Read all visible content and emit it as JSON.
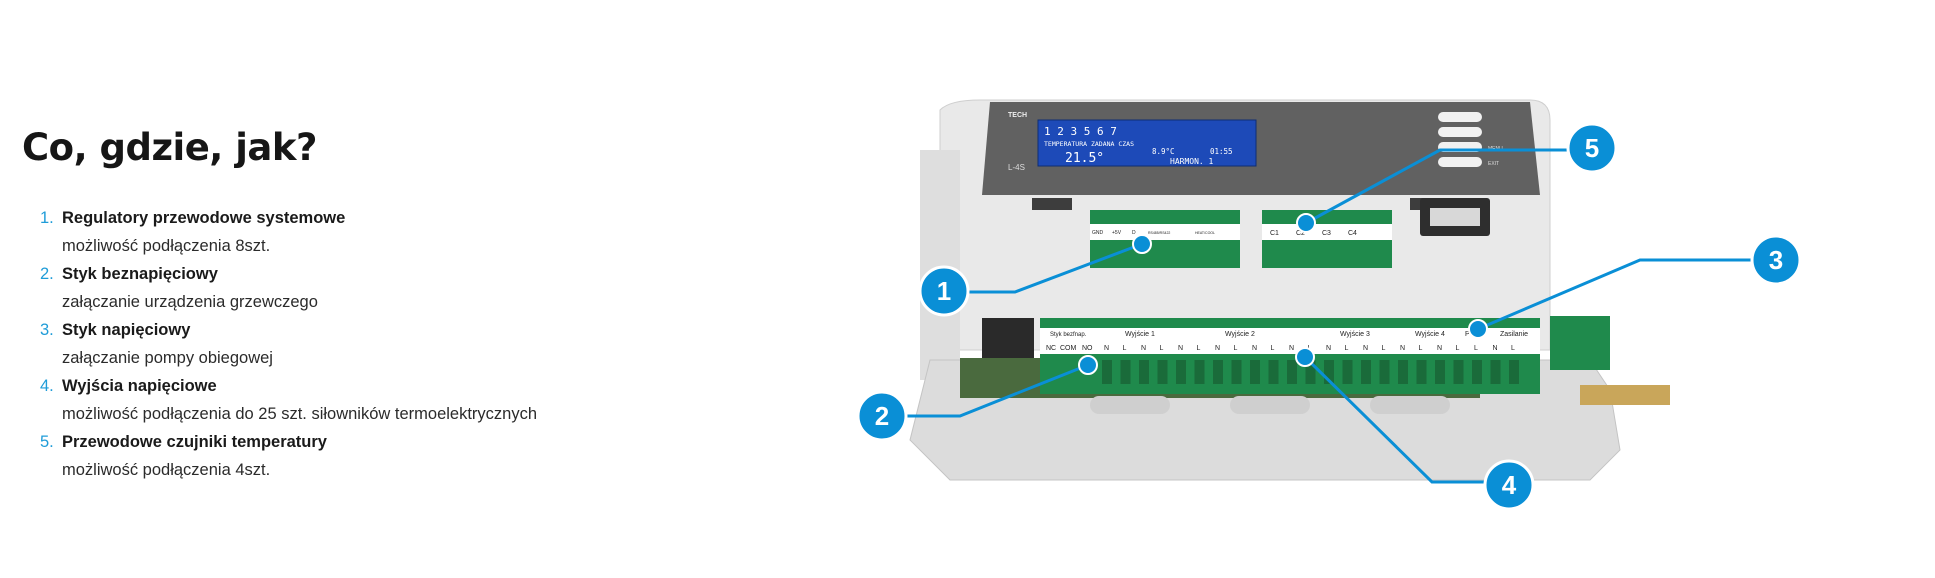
{
  "heading": "Co, gdzie, jak?",
  "features": [
    {
      "num": "1.",
      "title": "Regulatory przewodowe systemowe",
      "desc": "możliwość podłączenia 8szt."
    },
    {
      "num": "2.",
      "title": "Styk beznapięciowy",
      "desc": "załączanie urządzenia grzewczego"
    },
    {
      "num": "3.",
      "title": "Styk napięciowy",
      "desc": "załączanie pompy obiegowej"
    },
    {
      "num": "4.",
      "title": "Wyjścia napięciowe",
      "desc": "możliwość podłączenia do 25 szt. siłowników termoelektrycznych"
    },
    {
      "num": "5.",
      "title": "Przewodowe czujniki temperatury",
      "desc": "możliwość podłączenia 4szt."
    }
  ],
  "device": {
    "brand": "TECH",
    "model": "L-4S",
    "lcd": {
      "zones": "1 2 3   5 6 7",
      "labels": "TEMPERATURA  ZADANA  CZAS",
      "temperature": "21.5°",
      "set_temp": "8.9°C",
      "time": "01:55",
      "mode": "HARMON. 1"
    },
    "button_labels": [
      "MENU",
      "EXIT"
    ],
    "terminal_labels": {
      "top_left": [
        "GND",
        "+5V",
        "D",
        "RS485/RS422",
        "HEAT/COOL"
      ],
      "top_right": [
        "C1",
        "C2",
        "C3",
        "C4"
      ],
      "contact_header": "Styk bezfnap.",
      "contact_pins": [
        "NC",
        "COM",
        "NO"
      ],
      "outputs": [
        "Wyjście 1",
        "Wyjście 2",
        "Wyjście 3",
        "Wyjście 4",
        "P",
        "Zasilanie"
      ],
      "pin_row": [
        "N",
        "L",
        "N",
        "L",
        "N",
        "L",
        "N",
        "L",
        "N",
        "L",
        "N",
        "L",
        "N",
        "L",
        "N",
        "L",
        "N",
        "L",
        "N",
        "L",
        "L",
        "N",
        "L"
      ]
    },
    "callouts": [
      "1",
      "2",
      "3",
      "4",
      "5"
    ],
    "colors": {
      "callout": "#0a8fd6",
      "terminal_green": "#1f8a4c",
      "lid": "#6b6b6b",
      "lcd": "#1d4ab8",
      "body": "#dcdcdc"
    }
  }
}
